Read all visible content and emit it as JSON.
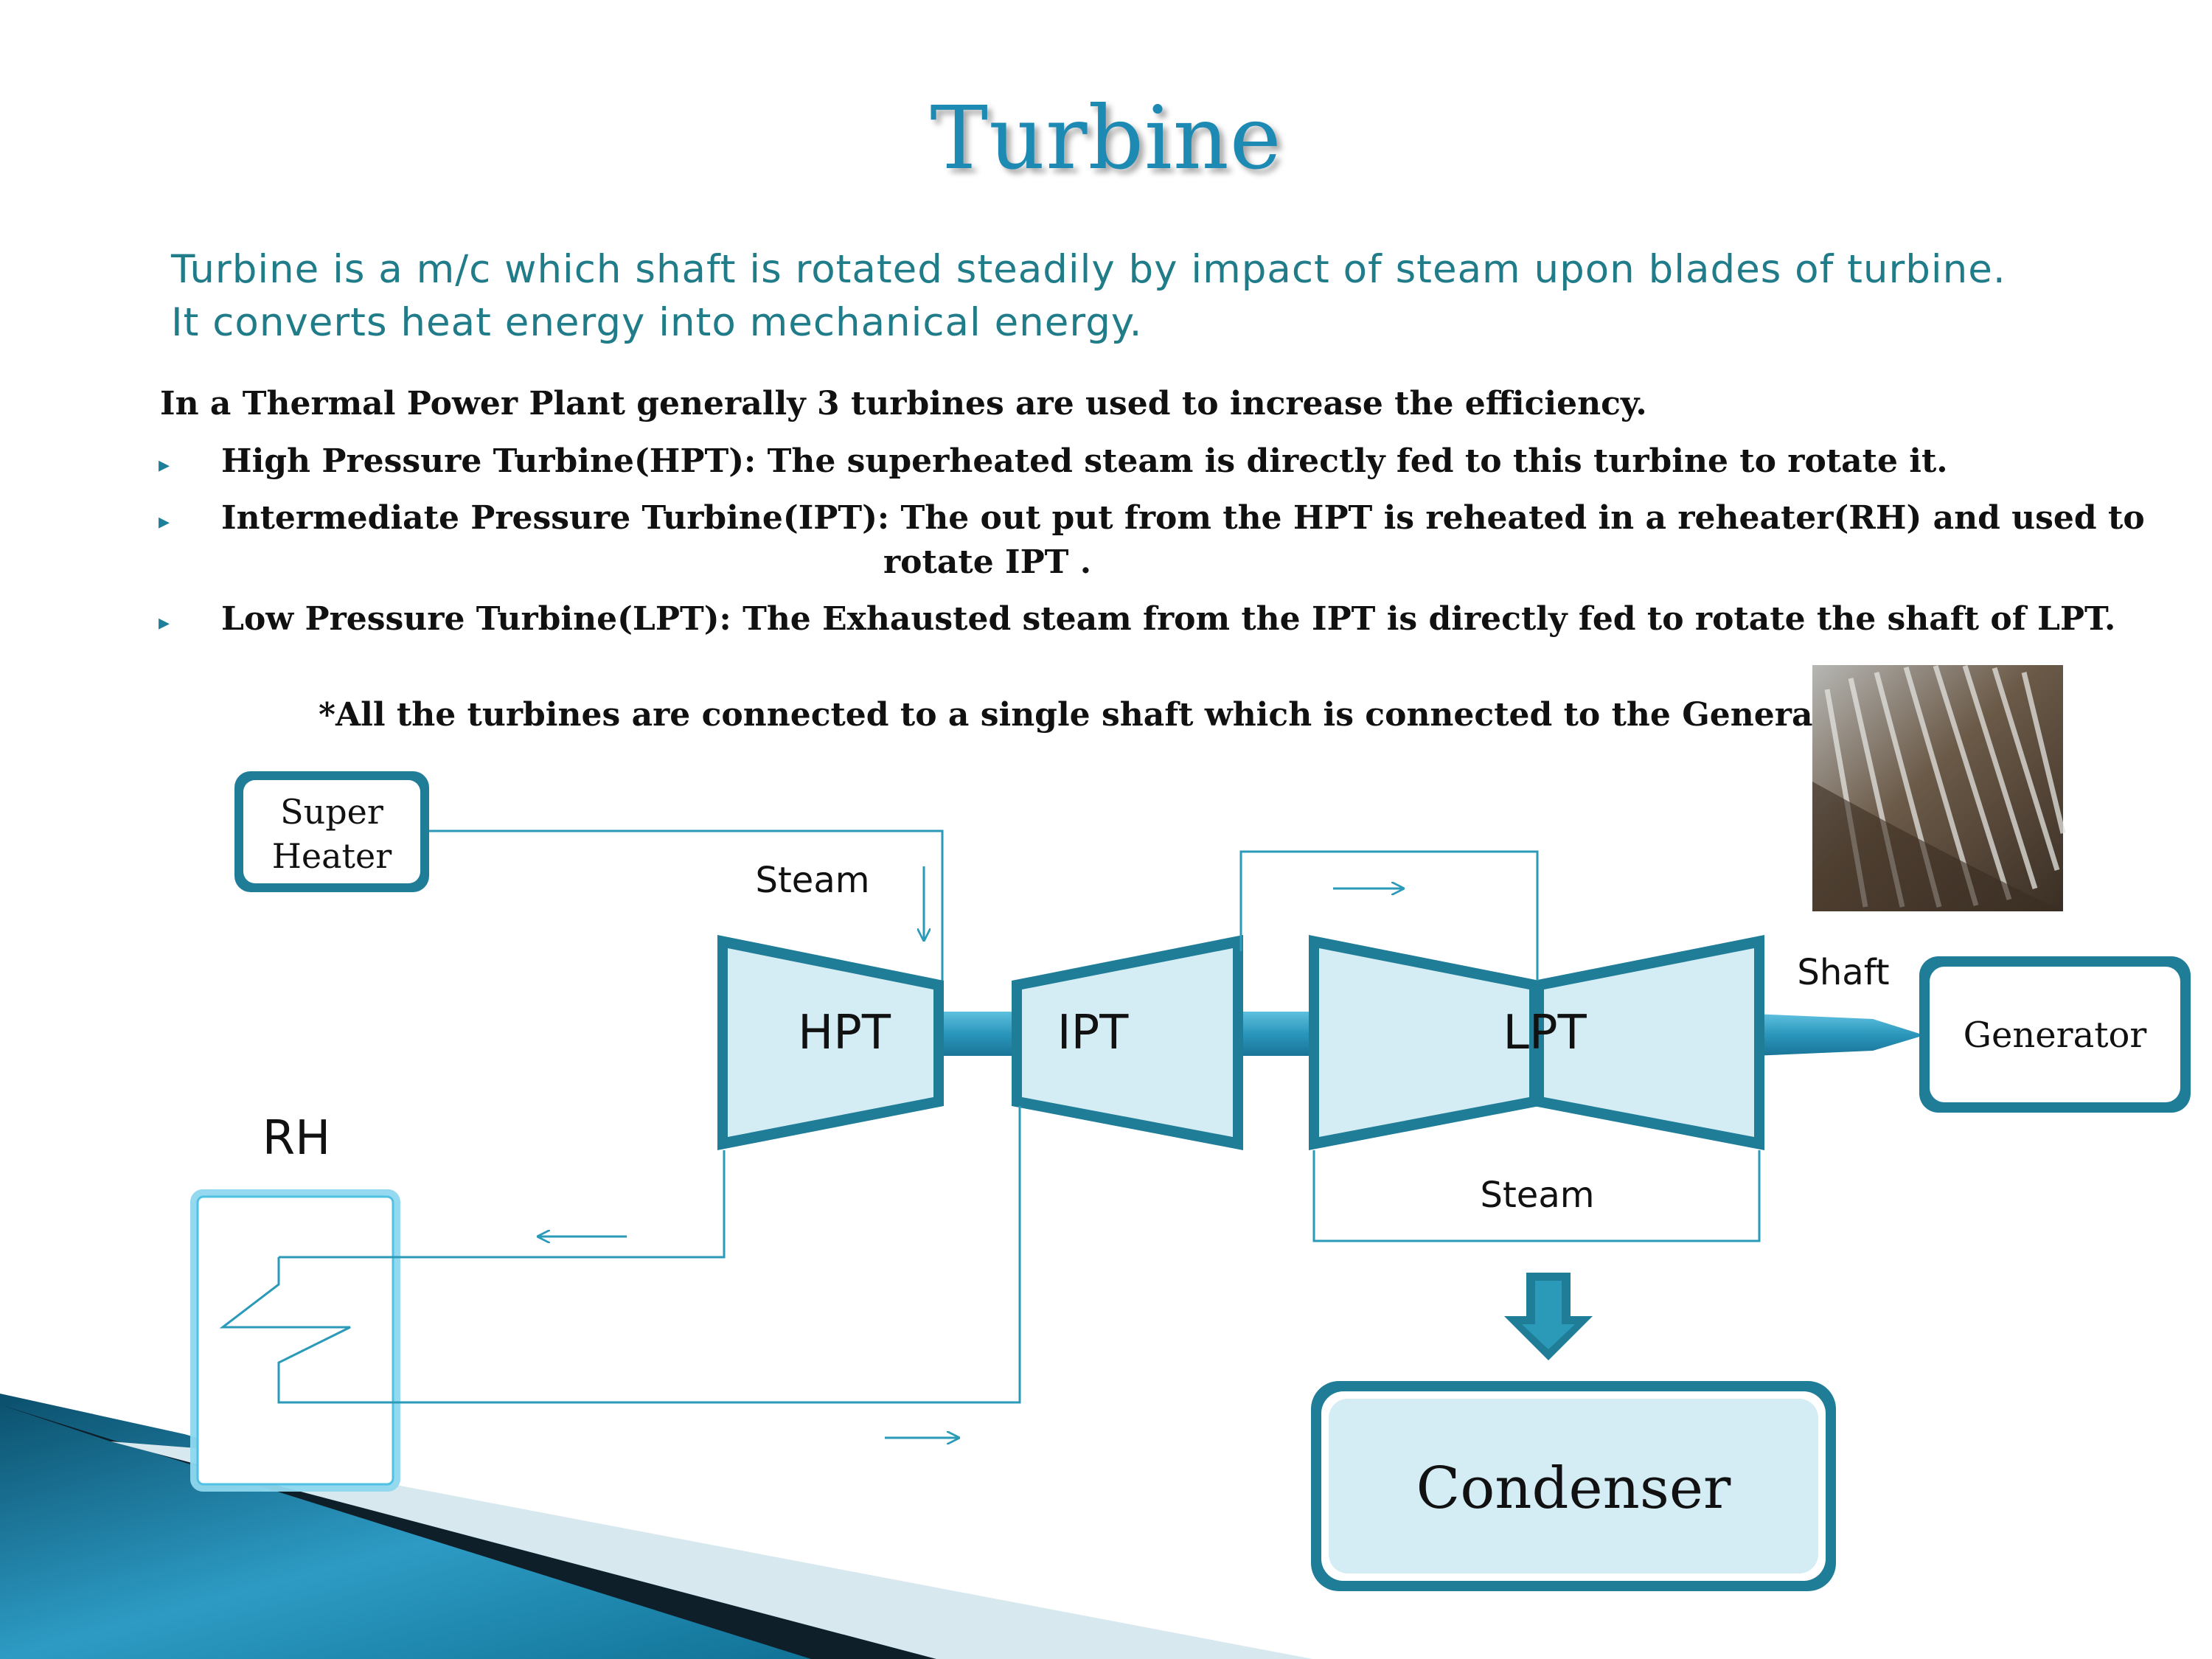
{
  "title": "Turbine",
  "intro": {
    "line1": "Turbine is a m/c which shaft is rotated steadily by impact of steam upon blades of turbine.",
    "line2": "It converts heat energy into mechanical energy."
  },
  "lead": "In a  Thermal Power Plant generally 3 turbines are used to increase the efficiency.",
  "bullets": [
    "High Pressure Turbine(HPT): The superheated steam is directly fed to this turbine to rotate it.",
    "Intermediate Pressure Turbine(IPT): The out put from the HPT is reheated in a reheater(RH) and used to",
    "rotate IPT .",
    "Low Pressure Turbine(LPT): The Exhausted steam from the IPT is directly fed to rotate the shaft of LPT."
  ],
  "note": "*All the turbines are connected to a single shaft which is connected to the Generator.",
  "diagram": {
    "super_heater": [
      "Super",
      "Heater"
    ],
    "steam_top": "Steam",
    "hpt": "HPT",
    "ipt": "IPT",
    "lpt": "LPT",
    "shaft": "Shaft",
    "generator": "Generator",
    "rh": "RH",
    "steam_bottom": "Steam",
    "condenser": "Condenser"
  },
  "colors": {
    "title": "#1d8ab3",
    "intro_text": "#217c89",
    "diagram_stroke": "#20788f",
    "diagram_fill": "#d4ecf4",
    "line": "#2a9ab8",
    "shaft": "#2c9cc0"
  }
}
